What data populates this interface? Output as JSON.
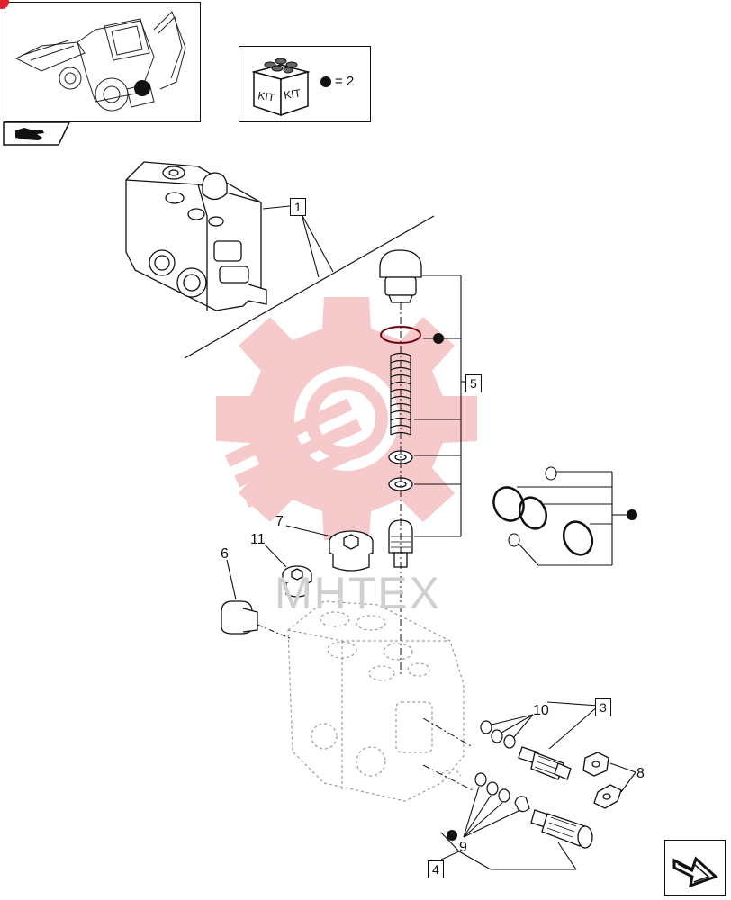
{
  "kit": {
    "label_left": "KIT",
    "label_right": "KIT",
    "equals_text": "= 2"
  },
  "watermark": {
    "text": "MHTEX"
  },
  "callouts": {
    "c1": "1",
    "c3": "3",
    "c4": "4",
    "c5": "5",
    "c6": "6",
    "c7": "7",
    "c8": "8",
    "c9": "9",
    "c10": "10",
    "c11": "11"
  },
  "colors": {
    "ink": "#111111",
    "watermark_red": "#f6c9cb",
    "marker_red": "#e0202a",
    "ghost": "#b5b5b5"
  }
}
